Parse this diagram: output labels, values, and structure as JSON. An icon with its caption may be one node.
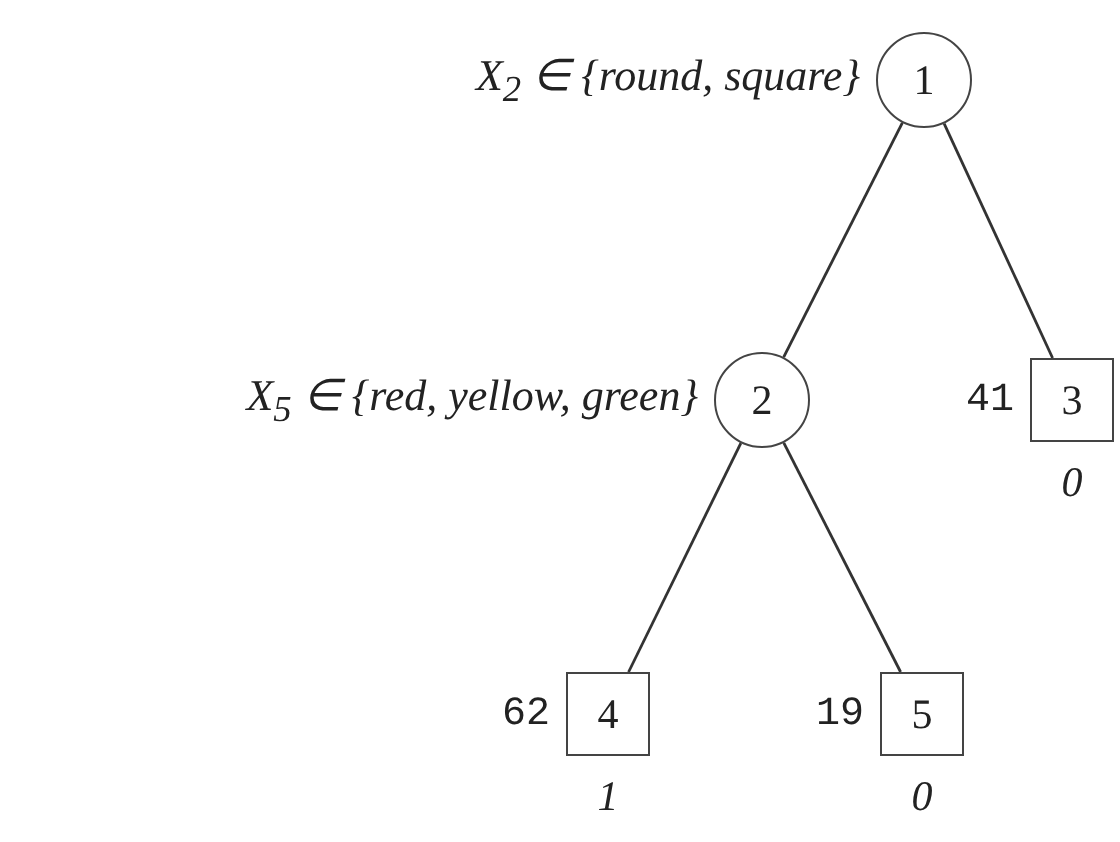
{
  "diagram": {
    "nodes": [
      {
        "text": [
          "1"
        ],
        "beside": [
          "X$_{2}$ ∈ {round, square}"
        ]
      },
      {
        "text": [
          "2"
        ],
        "beside": [
          "X$_{5}$ ∈ {red, yellow, green}"
        ]
      },
      {
        "text": [
          "3"
        ],
        "beside": [
          "41",
          "0"
        ]
      },
      {
        "text": [
          "4"
        ],
        "beside": [
          "62",
          "1"
        ]
      },
      {
        "text": [
          "5"
        ],
        "beside": [
          "19",
          "0"
        ]
      }
    ],
    "edges": [
      {
        "from": 0,
        "to": 1,
        "arrow": "none"
      },
      {
        "from": 0,
        "to": 2,
        "arrow": "none"
      },
      {
        "from": 1,
        "to": 3,
        "arrow": "none"
      },
      {
        "from": 1,
        "to": 4,
        "arrow": "none"
      }
    ]
  }
}
